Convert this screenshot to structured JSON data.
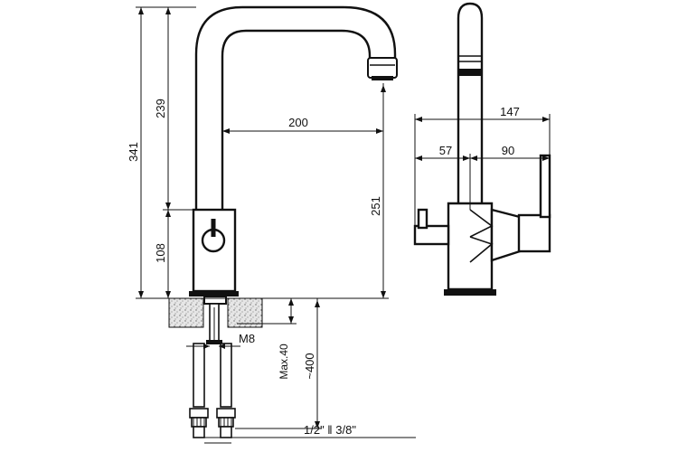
{
  "dimensions": {
    "total_height": "341",
    "spout_height": "239",
    "body_height": "108",
    "spout_reach": "200",
    "spout_clearance": "251",
    "side_total_width": "147",
    "side_left_width": "57",
    "side_right_width": "90",
    "thread": "M8",
    "max_deck": "Max.40",
    "hose_length": "~400",
    "connection": "1/2\" ‖ 3/8\""
  },
  "colors": {
    "ink": "#111111",
    "paper": "#ffffff",
    "deck_fill": "#cfcfcf"
  }
}
